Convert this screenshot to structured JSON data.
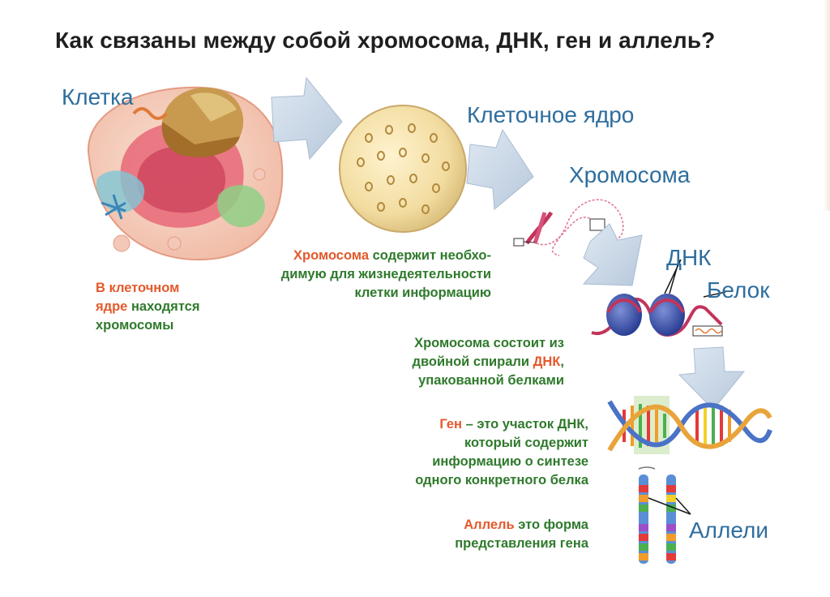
{
  "title": "Как связаны между собой хромосома, ДНК, ген и аллель?",
  "labels": {
    "cell": "Клетка",
    "nucleus": "Клеточное ядро",
    "chromosome": "Хромосома",
    "dna": "ДНК",
    "protein": "Белок",
    "alleles": "Аллели"
  },
  "captions": {
    "nucleus": {
      "line1_hl": "В клеточном",
      "line2_hl": "ядре",
      "line2_rest": " находятся",
      "line3": "хромосомы"
    },
    "chromosome": {
      "line1_hl": "Хромосома",
      "line1_rest": " содержит необхо-",
      "line2": "димую для жизнедеятельности",
      "line3": "клетки информацию"
    },
    "dna": {
      "line1": "Хромосома состоит из",
      "line2_pre": "двойной спирали ",
      "line2_hl": "ДНК",
      "line2_post": ",",
      "line3": "упакованной белками"
    },
    "gene": {
      "line1_hl": "Ген",
      "line1_rest": " – это участок ДНК,",
      "line2": "который содержит",
      "line3": "информацию о синтезе",
      "line4": "одного конкретного белка"
    },
    "allele": {
      "line1_hl": "Аллель",
      "line1_rest": " это форма",
      "line2": "представления гена"
    }
  },
  "colors": {
    "label_blue": "#2e6e9e",
    "caption_green": "#2f7a2c",
    "highlight_orange": "#e4592b",
    "arrow_fill": "#c9d7e6"
  }
}
